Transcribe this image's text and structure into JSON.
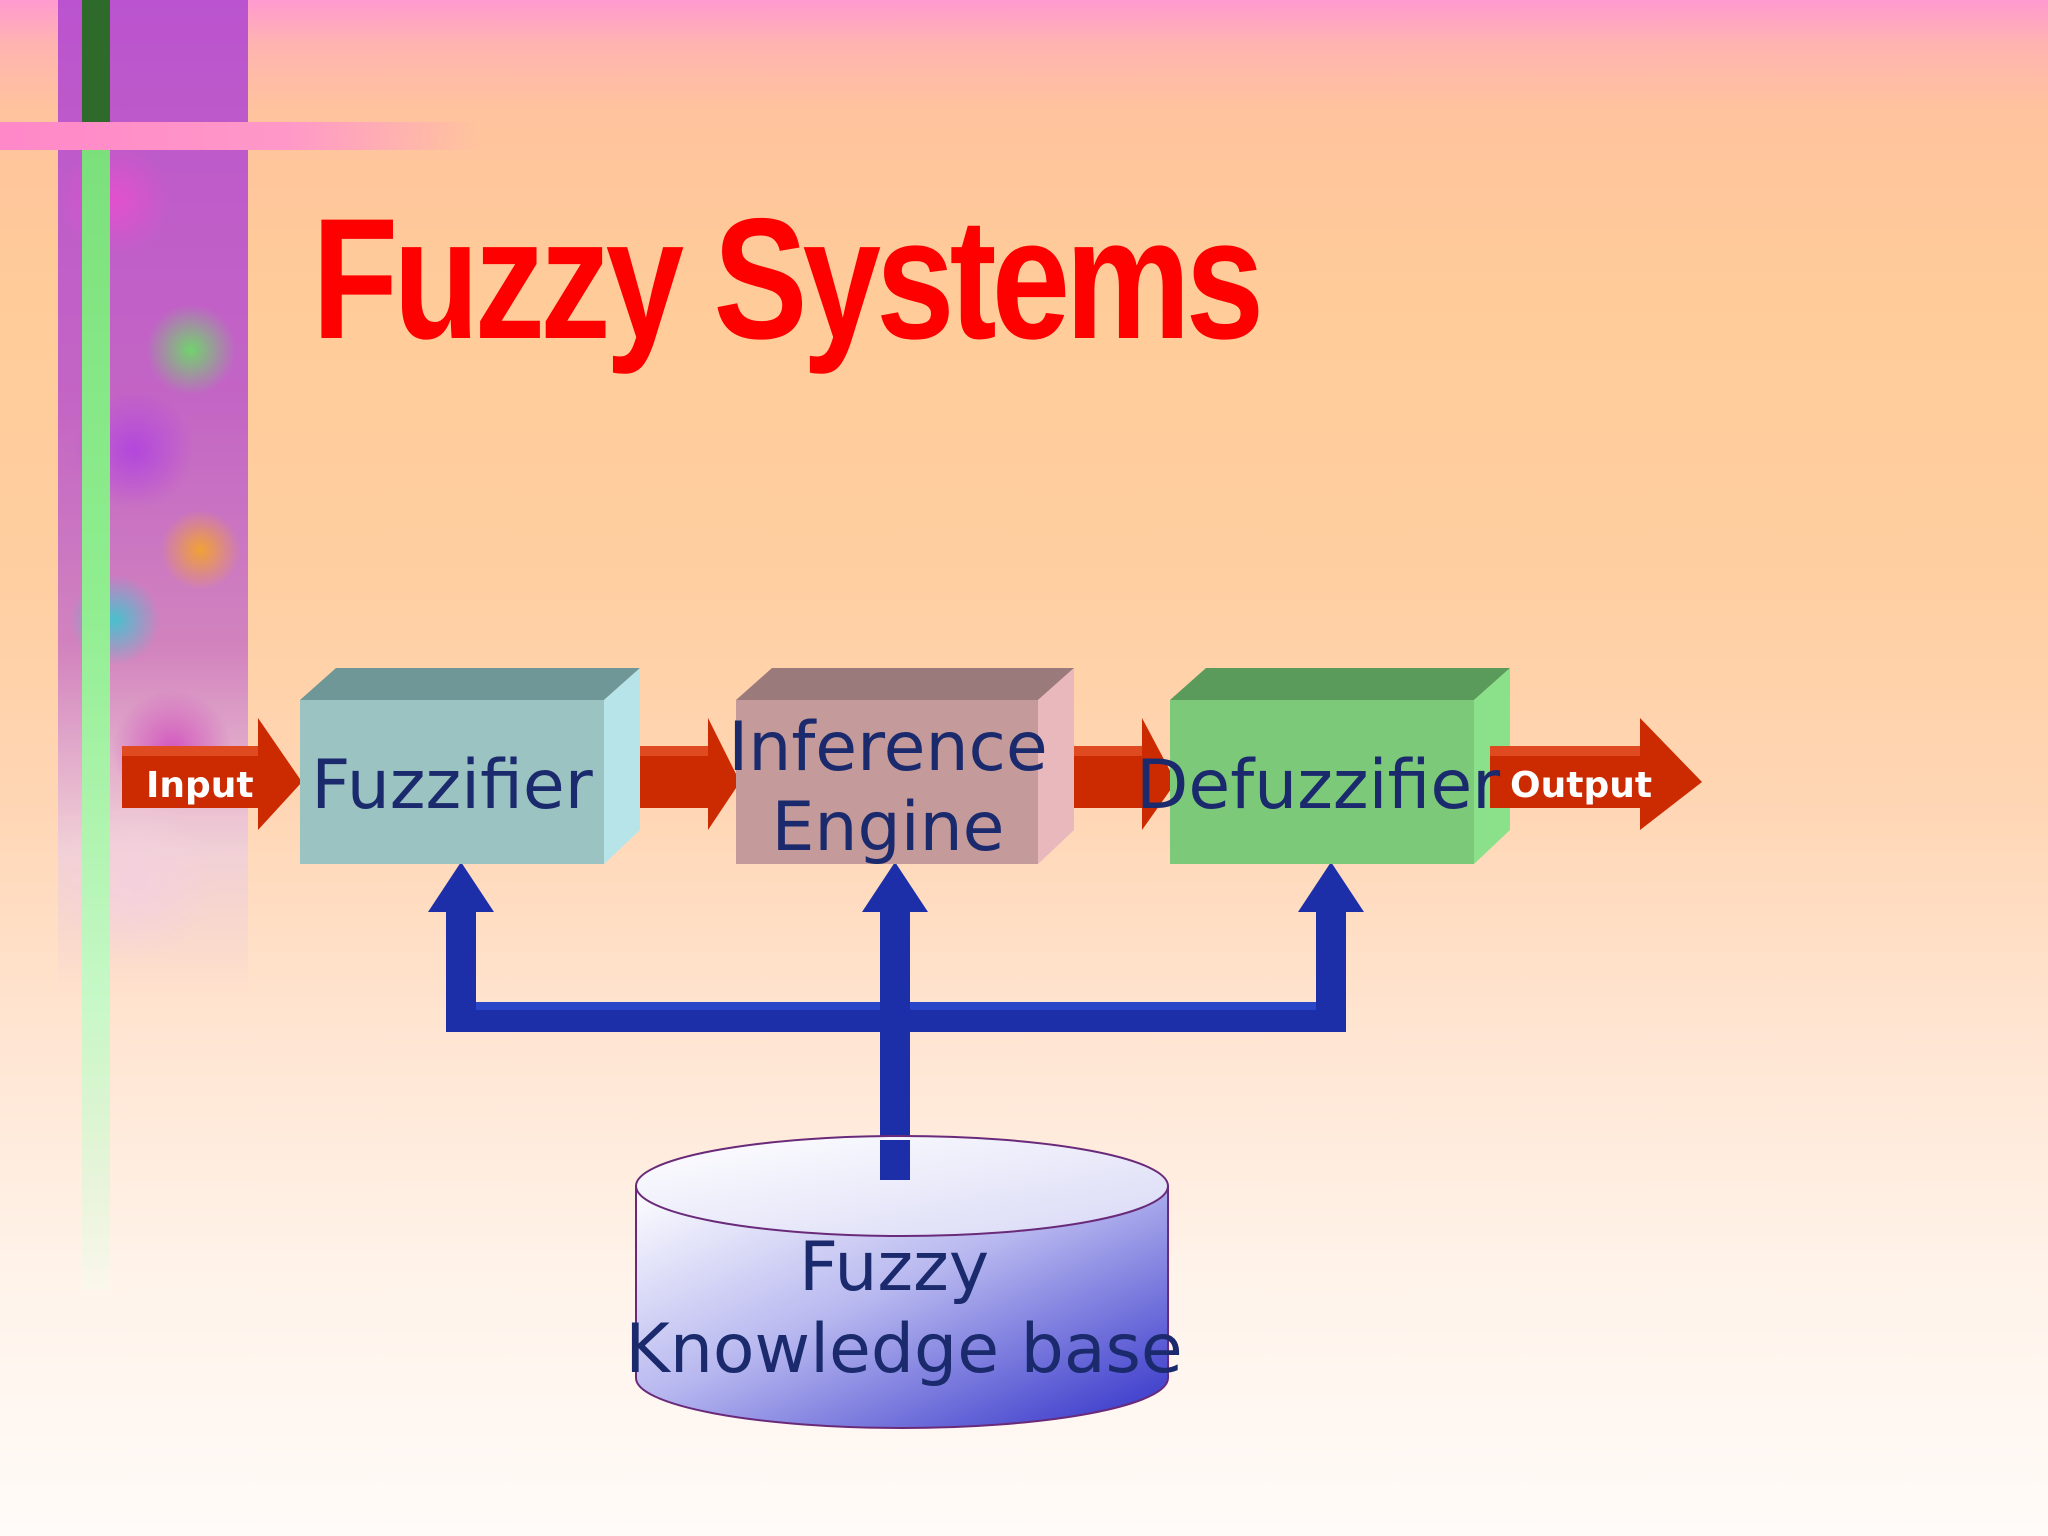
{
  "slide": {
    "title": "Fuzzy Systems"
  },
  "diagram": {
    "blocks": {
      "fuzzifier": {
        "label": "Fuzzifier",
        "color": "#9bc3c2"
      },
      "inference_engine": {
        "label_line1": "Inference",
        "label_line2": "Engine",
        "color": "#c49a9a"
      },
      "defuzzifier": {
        "label": "Defuzzifier",
        "color": "#7dc97a"
      }
    },
    "arrows": {
      "input": "Input",
      "output": "Output",
      "flow_color": "#cc2a00",
      "feedback_color": "#1a2fae"
    },
    "knowledge_base": {
      "label_line1": "Fuzzy",
      "label_line2": "Knowledge base"
    }
  },
  "colors": {
    "title": "#ff0000",
    "label_text": "#1a2a6c"
  }
}
